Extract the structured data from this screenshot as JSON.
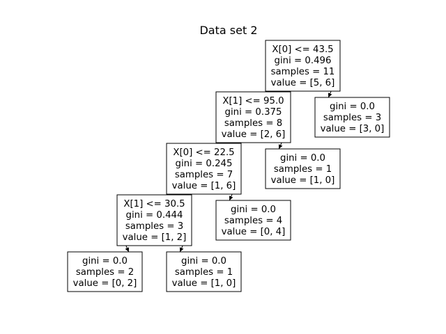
{
  "diagram": {
    "title": "Data set 2",
    "nodes": [
      {
        "id": "n0",
        "lines": [
          "X[0] <= 43.5",
          "gini = 0.496",
          "samples = 11",
          "value = [5, 6]"
        ]
      },
      {
        "id": "n1",
        "lines": [
          "X[1] <= 95.0",
          "gini = 0.375",
          "samples = 8",
          "value = [2, 6]"
        ]
      },
      {
        "id": "n2",
        "lines": [
          "gini = 0.0",
          "samples = 3",
          "value = [3, 0]"
        ]
      },
      {
        "id": "n3",
        "lines": [
          "X[0] <= 22.5",
          "gini = 0.245",
          "samples = 7",
          "value = [1, 6]"
        ]
      },
      {
        "id": "n4",
        "lines": [
          "gini = 0.0",
          "samples = 1",
          "value = [1, 0]"
        ]
      },
      {
        "id": "n5",
        "lines": [
          "X[1] <= 30.5",
          "gini = 0.444",
          "samples = 3",
          "value = [1, 2]"
        ]
      },
      {
        "id": "n6",
        "lines": [
          "gini = 0.0",
          "samples = 4",
          "value = [0, 4]"
        ]
      },
      {
        "id": "n7",
        "lines": [
          "gini = 0.0",
          "samples = 2",
          "value = [0, 2]"
        ]
      },
      {
        "id": "n8",
        "lines": [
          "gini = 0.0",
          "samples = 1",
          "value = [1, 0]"
        ]
      }
    ],
    "edges": [
      [
        "n0",
        "n1"
      ],
      [
        "n0",
        "n2"
      ],
      [
        "n1",
        "n3"
      ],
      [
        "n1",
        "n4"
      ],
      [
        "n3",
        "n5"
      ],
      [
        "n3",
        "n6"
      ],
      [
        "n5",
        "n7"
      ],
      [
        "n5",
        "n8"
      ]
    ]
  }
}
